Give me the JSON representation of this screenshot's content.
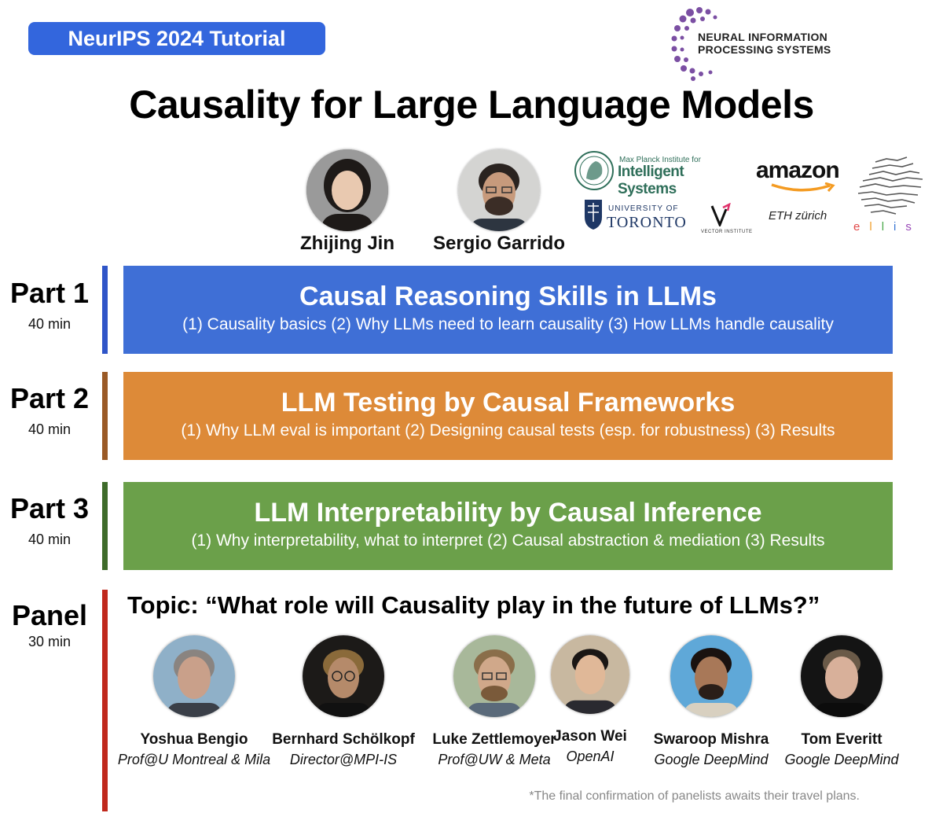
{
  "header": {
    "badge": "NeurIPS 2024 Tutorial",
    "neurips_logo": [
      "NEURAL INFORMATION",
      "PROCESSING SYSTEMS"
    ],
    "title": "Causality for Large Language Models"
  },
  "speakers": [
    {
      "name": "Zhijing Jin"
    },
    {
      "name": "Sergio Garrido"
    }
  ],
  "affiliation_logos": {
    "mpi_small": "Max Planck Institute for",
    "mpi_big": "Intelligent Systems",
    "amazon": "amazon",
    "toronto_small": "UNIVERSITY OF",
    "toronto_big": "TORONTO",
    "vector": "VECTOR INSTITUTE",
    "eth": "ETH zürich",
    "ellis": "ellis"
  },
  "parts": [
    {
      "label": "Part 1",
      "duration": "40 min",
      "title": "Causal Reasoning Skills in LLMs",
      "subtitle": "(1) Causality basics  (2) Why LLMs need to learn causality (3) How LLMs handle causality",
      "color": "#3f6fd6",
      "bar_color": "#2f55c8"
    },
    {
      "label": "Part 2",
      "duration": "40 min",
      "title": "LLM Testing by Causal Frameworks",
      "subtitle": "(1) Why LLM eval is important (2) Designing causal tests (esp. for robustness) (3) Results",
      "color": "#dd8a38",
      "bar_color": "#9a5a26"
    },
    {
      "label": "Part 3",
      "duration": "40 min",
      "title": "LLM Interpretability by Causal Inference",
      "subtitle": "(1) Why interpretability, what to interpret (2) Causal abstraction & mediation (3) Results",
      "color": "#6ba04a",
      "bar_color": "#3e6b2a"
    }
  ],
  "panel": {
    "label": "Panel",
    "duration": "30 min",
    "bar_color": "#c0281c",
    "topic": "Topic: “What role will Causality play in the future of LLMs?”",
    "panelists": [
      {
        "name": "Yoshua Bengio",
        "affiliation": "Prof@U Montreal & Mila"
      },
      {
        "name": "Bernhard Schölkopf",
        "affiliation": "Director@MPI-IS"
      },
      {
        "name": "Luke Zettlemoyer",
        "affiliation": "Prof@UW & Meta"
      },
      {
        "name": "Jason Wei",
        "affiliation": "OpenAI"
      },
      {
        "name": "Swaroop Mishra",
        "affiliation": "Google DeepMind"
      },
      {
        "name": "Tom Everitt",
        "affiliation": "Google DeepMind"
      }
    ],
    "footnote": "*The final confirmation of panelists awaits their travel plans."
  }
}
